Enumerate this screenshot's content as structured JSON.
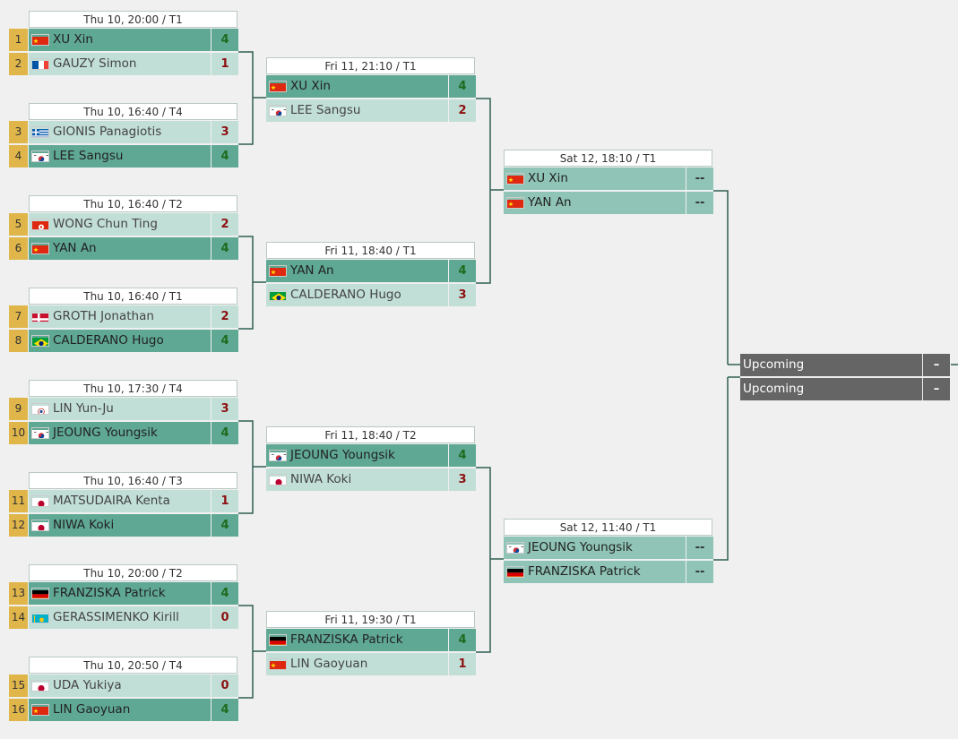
{
  "colors": {
    "seed": "#e0b64a",
    "winner_bg": "#5fa894",
    "loser_bg": "#c2dfd7",
    "pending_bg": "#8fc4b6",
    "final_bg": "#656565",
    "win_score": "#1e6a1e",
    "lose_score": "#8c1010",
    "connector": "#2f5f52"
  },
  "round1": [
    {
      "header": "Thu 10, 20:00 / T1",
      "p": [
        {
          "seed": "1",
          "flag": "china-flag-icon",
          "name": "XU Xin",
          "score": "4",
          "result": "win"
        },
        {
          "seed": "2",
          "flag": "france-flag-icon",
          "name": "GAUZY Simon",
          "score": "1",
          "result": "lose"
        }
      ]
    },
    {
      "header": "Thu 10, 16:40 / T4",
      "p": [
        {
          "seed": "3",
          "flag": "greece-flag-icon",
          "name": "GIONIS Panagiotis",
          "score": "3",
          "result": "lose"
        },
        {
          "seed": "4",
          "flag": "korea-flag-icon",
          "name": "LEE Sangsu",
          "score": "4",
          "result": "win"
        }
      ]
    },
    {
      "header": "Thu 10, 16:40 / T2",
      "p": [
        {
          "seed": "5",
          "flag": "hongkong-flag-icon",
          "name": "WONG Chun Ting",
          "score": "2",
          "result": "lose"
        },
        {
          "seed": "6",
          "flag": "china-flag-icon",
          "name": "YAN An",
          "score": "4",
          "result": "win"
        }
      ]
    },
    {
      "header": "Thu 10, 16:40 / T1",
      "p": [
        {
          "seed": "7",
          "flag": "denmark-flag-icon",
          "name": "GROTH Jonathan",
          "score": "2",
          "result": "lose"
        },
        {
          "seed": "8",
          "flag": "brazil-flag-icon",
          "name": "CALDERANO Hugo",
          "score": "4",
          "result": "win"
        }
      ]
    },
    {
      "header": "Thu 10, 17:30 / T4",
      "p": [
        {
          "seed": "9",
          "flag": "taipei-flag-icon",
          "name": "LIN Yun-Ju",
          "score": "3",
          "result": "lose"
        },
        {
          "seed": "10",
          "flag": "korea-flag-icon",
          "name": "JEOUNG Youngsik",
          "score": "4",
          "result": "win"
        }
      ]
    },
    {
      "header": "Thu 10, 16:40 / T3",
      "p": [
        {
          "seed": "11",
          "flag": "japan-flag-icon",
          "name": "MATSUDAIRA Kenta",
          "score": "1",
          "result": "lose"
        },
        {
          "seed": "12",
          "flag": "japan-flag-icon",
          "name": "NIWA Koki",
          "score": "4",
          "result": "win"
        }
      ]
    },
    {
      "header": "Thu 10, 20:00 / T2",
      "p": [
        {
          "seed": "13",
          "flag": "germany-flag-icon",
          "name": "FRANZISKA Patrick",
          "score": "4",
          "result": "win"
        },
        {
          "seed": "14",
          "flag": "kazakhstan-flag-icon",
          "name": "GERASSIMENKO Kirill",
          "score": "0",
          "result": "lose"
        }
      ]
    },
    {
      "header": "Thu 10, 20:50 / T4",
      "p": [
        {
          "seed": "15",
          "flag": "japan-flag-icon",
          "name": "UDA Yukiya",
          "score": "0",
          "result": "lose"
        },
        {
          "seed": "16",
          "flag": "china-flag-icon",
          "name": "LIN Gaoyuan",
          "score": "4",
          "result": "win"
        }
      ]
    }
  ],
  "round2": [
    {
      "header": "Fri 11, 21:10 / T1",
      "p": [
        {
          "flag": "china-flag-icon",
          "name": "XU Xin",
          "score": "4",
          "result": "win"
        },
        {
          "flag": "korea-flag-icon",
          "name": "LEE Sangsu",
          "score": "2",
          "result": "lose"
        }
      ]
    },
    {
      "header": "Fri 11, 18:40 / T1",
      "p": [
        {
          "flag": "china-flag-icon",
          "name": "YAN An",
          "score": "4",
          "result": "win"
        },
        {
          "flag": "brazil-flag-icon",
          "name": "CALDERANO Hugo",
          "score": "3",
          "result": "lose"
        }
      ]
    },
    {
      "header": "Fri 11, 18:40 / T2",
      "p": [
        {
          "flag": "korea-flag-icon",
          "name": "JEOUNG Youngsik",
          "score": "4",
          "result": "win"
        },
        {
          "flag": "japan-flag-icon",
          "name": "NIWA Koki",
          "score": "3",
          "result": "lose"
        }
      ]
    },
    {
      "header": "Fri 11, 19:30 / T1",
      "p": [
        {
          "flag": "germany-flag-icon",
          "name": "FRANZISKA Patrick",
          "score": "4",
          "result": "win"
        },
        {
          "flag": "china-flag-icon",
          "name": "LIN Gaoyuan",
          "score": "1",
          "result": "lose"
        }
      ]
    }
  ],
  "round3": [
    {
      "header": "Sat 12, 18:10 / T1",
      "p": [
        {
          "flag": "china-flag-icon",
          "name": "XU Xin",
          "score": "--",
          "result": "pend"
        },
        {
          "flag": "china-flag-icon",
          "name": "YAN An",
          "score": "--",
          "result": "pend"
        }
      ]
    },
    {
      "header": "Sat 12, 11:40 / T1",
      "p": [
        {
          "flag": "korea-flag-icon",
          "name": "JEOUNG Youngsik",
          "score": "--",
          "result": "pend"
        },
        {
          "flag": "germany-flag-icon",
          "name": "FRANZISKA Patrick",
          "score": "--",
          "result": "pend"
        }
      ]
    }
  ],
  "final": {
    "p": [
      {
        "name": "Upcoming",
        "score": "–"
      },
      {
        "name": "Upcoming",
        "score": "–"
      }
    ]
  }
}
